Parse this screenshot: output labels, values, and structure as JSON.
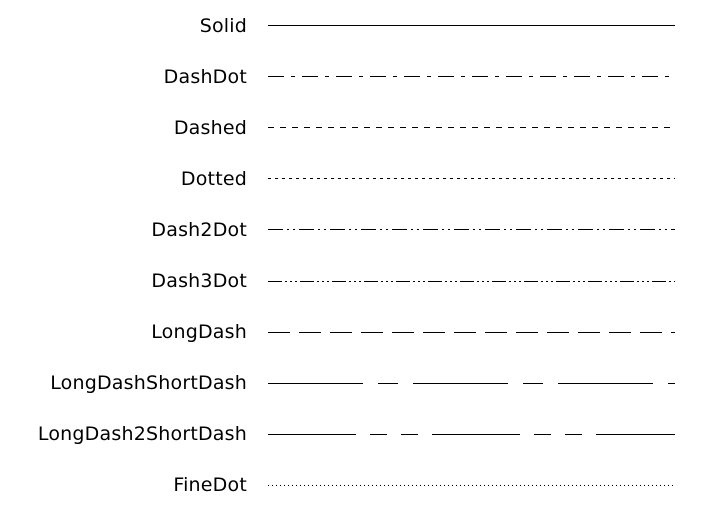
{
  "colors": {
    "background": "#ffffff",
    "line": "#000000",
    "text": "#000000"
  },
  "rows": [
    {
      "label": "Solid",
      "dash": "none"
    },
    {
      "label": "DashDot",
      "dash": "16 7 4 7"
    },
    {
      "label": "Dashed",
      "dash": "6 6"
    },
    {
      "label": "Dotted",
      "dash": "3 4"
    },
    {
      "label": "Dash2Dot",
      "dash": "15 4 2 4 2 4"
    },
    {
      "label": "Dash3Dot",
      "dash": "14 3 2 3 2 3 2 3"
    },
    {
      "label": "LongDash",
      "dash": "22 9"
    },
    {
      "label": "LongDashShortDash",
      "dash": "95 15 20 15"
    },
    {
      "label": "LongDash2ShortDash",
      "dash": "88 14 17 14 17 14"
    },
    {
      "label": "FineDot",
      "dash": "1 3"
    }
  ]
}
